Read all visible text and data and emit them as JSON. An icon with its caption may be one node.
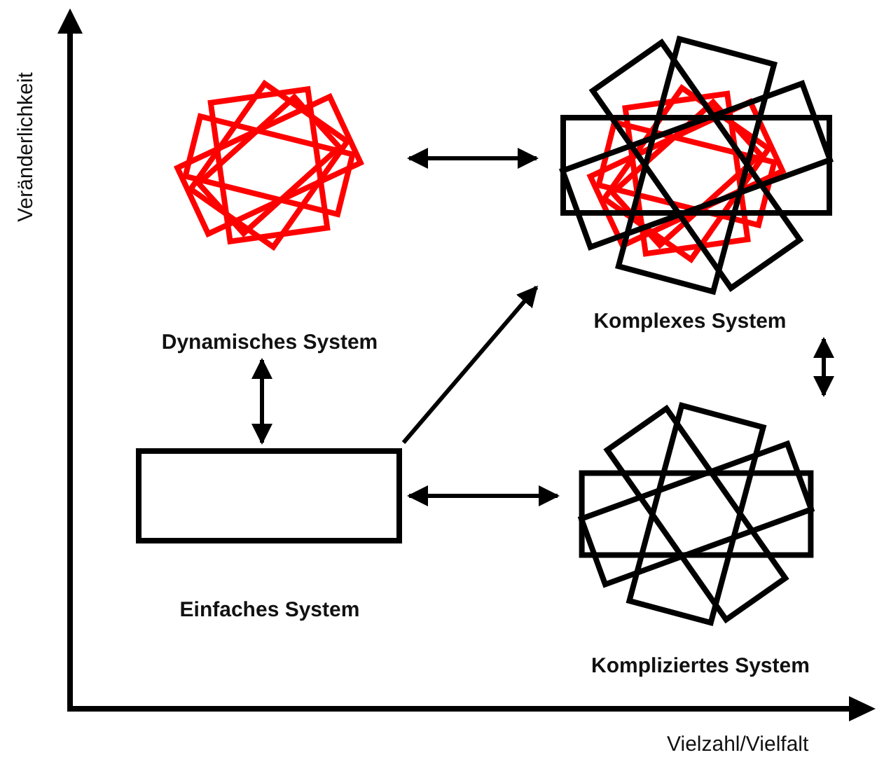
{
  "diagram": {
    "nodes": [
      {
        "text": [
          "Dynamisches System"
        ]
      },
      {
        "text": [
          "Komplexes System"
        ]
      },
      {
        "text": [
          "Einfaches System"
        ]
      },
      {
        "text": [
          "Kompliziertes System"
        ]
      }
    ],
    "edges": [
      {
        "from": 0,
        "to": 1,
        "arrow": "both"
      },
      {
        "from": 0,
        "to": 2,
        "arrow": "both"
      },
      {
        "from": 2,
        "to": 1,
        "arrow": "to"
      },
      {
        "from": 2,
        "to": 3,
        "arrow": "both"
      },
      {
        "from": 1,
        "to": 3,
        "arrow": "both"
      }
    ],
    "labels": [
      "Veränderlichkeit",
      "Vielzahl/Vielfalt"
    ]
  }
}
